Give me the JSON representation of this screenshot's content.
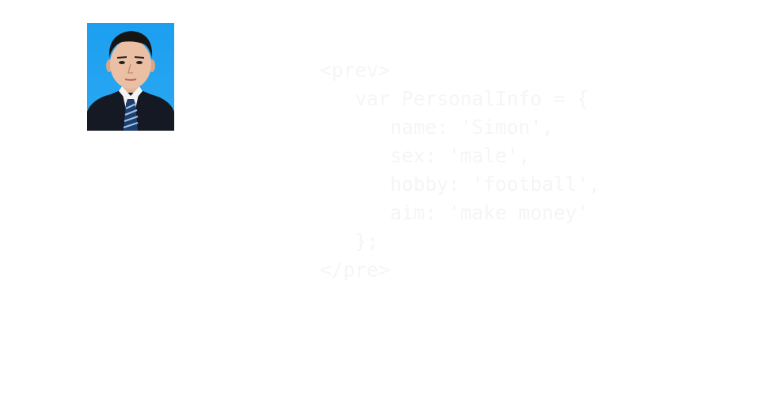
{
  "profile": {
    "photo_icon": "portrait-photo"
  },
  "code": {
    "lines": [
      "<prev>",
      "   var PersonalInfo = {",
      "      name: 'Simon',",
      "      sex: 'male',",
      "      hobby: 'football',",
      "      aim: 'make money'",
      "   };",
      "</pre>"
    ]
  },
  "colors": {
    "background": "#ffffff",
    "photo_background": "#1aa3f0",
    "code_text": "#f5f5f5"
  }
}
